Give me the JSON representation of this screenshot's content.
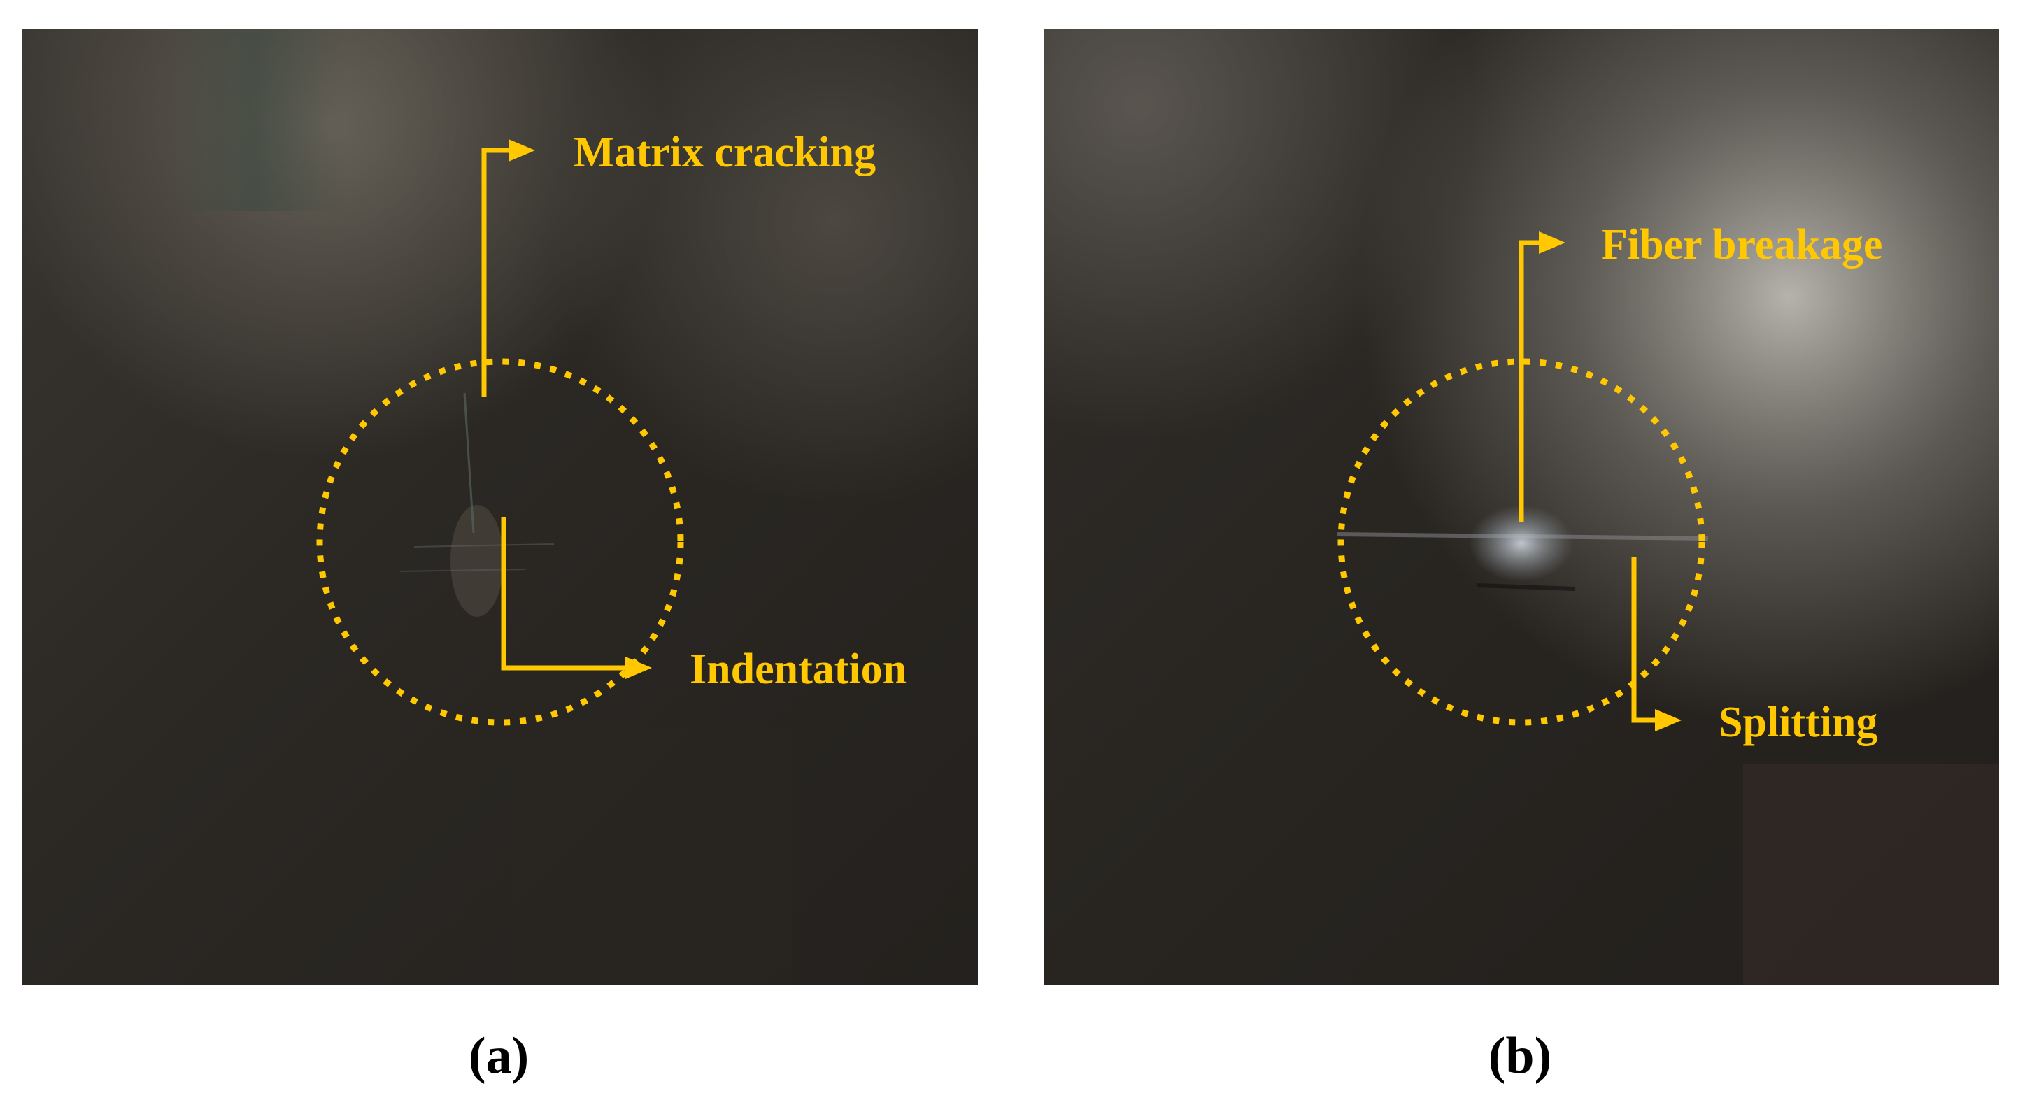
{
  "panels": [
    {
      "id": "a",
      "caption": "(a)",
      "annotations": {
        "top": "Matrix cracking",
        "bottom": "Indentation"
      }
    },
    {
      "id": "b",
      "caption": "(b)",
      "annotations": {
        "top": "Fiber breakage",
        "bottom": "Splitting"
      }
    }
  ],
  "colors": {
    "annotation": "#FFC800",
    "caption": "#000000",
    "background": "#FFFFFF"
  }
}
